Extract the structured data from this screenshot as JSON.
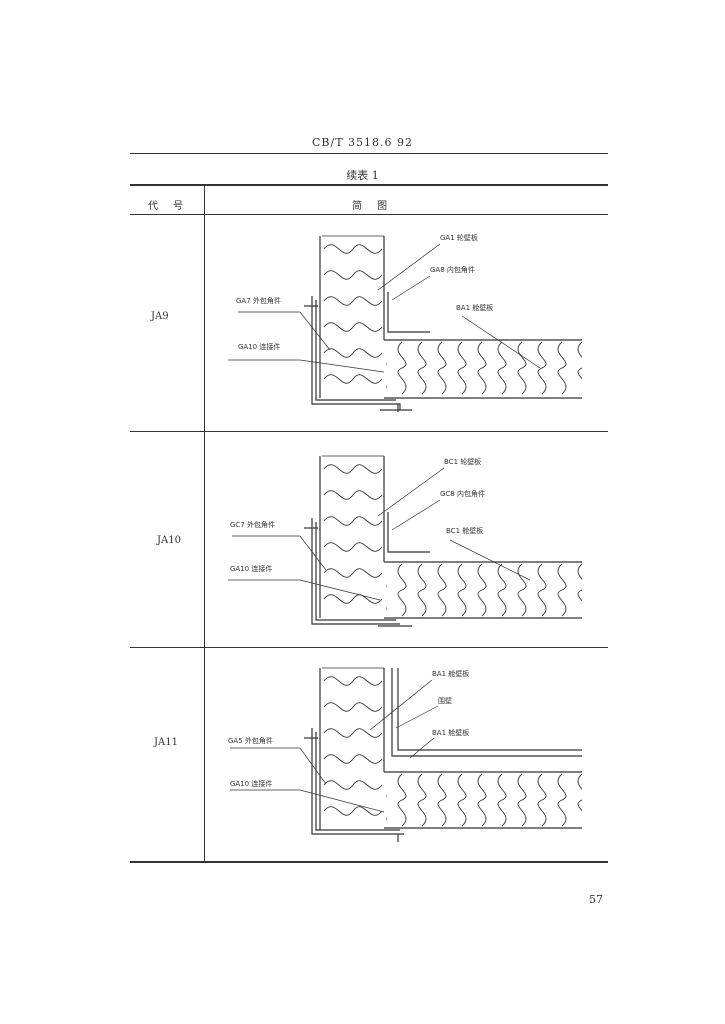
{
  "header": {
    "standard_number": "CB/T 3518.6 92"
  },
  "table": {
    "title": "续表 1",
    "columns": [
      "代 号",
      "简 图"
    ],
    "rows": [
      {
        "code": "JA9",
        "labels": [
          "GA1 轮壁板",
          "GA8 内包角件",
          "GA7 外包角件",
          "BA1 舱壁板",
          "GA10 连接件"
        ]
      },
      {
        "code": "JA10",
        "labels": [
          "BC1 轮壁板",
          "GC8 内包角件",
          "GC7 外包角件",
          "BC1 舱壁板",
          "GA10 连接件"
        ]
      },
      {
        "code": "JA11",
        "labels": [
          "BA1 舱壁板",
          "围壁",
          "GA5 外包角件",
          "BA1 舱壁板",
          "GA10 连接件"
        ]
      }
    ]
  },
  "footer": {
    "page_number": "57"
  },
  "colors": {
    "ink": "#333333",
    "paper": "#ffffff"
  }
}
